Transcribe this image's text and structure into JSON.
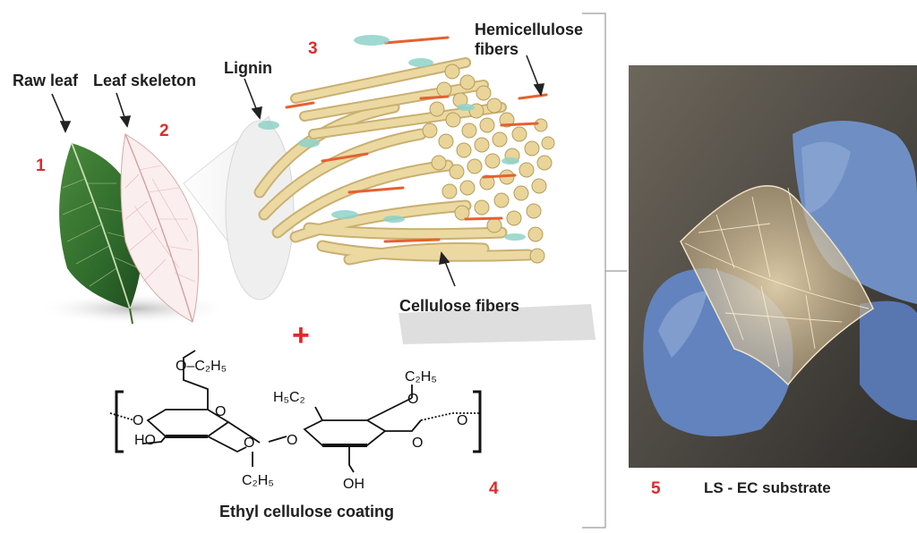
{
  "labels": {
    "raw_leaf": "Raw leaf",
    "leaf_skeleton": "Leaf skeleton",
    "lignin": "Lignin",
    "hemicellulose_line1": "Hemicellulose",
    "hemicellulose_line2": "fibers",
    "cellulose_fibers": "Cellulose fibers",
    "ethyl_cellulose": "Ethyl cellulose coating",
    "ls_ec": "LS - EC substrate",
    "plus": "+"
  },
  "numbers": {
    "n1": "1",
    "n2": "2",
    "n3": "3",
    "n4": "4",
    "n5": "5"
  },
  "chem": {
    "o_c2h5_top": "O–C₂H₅",
    "c2h5_top_right": "C₂H₅",
    "h5c2": "H₅C₂",
    "c2h5_bottom": "C₂H₅",
    "ho": "HO",
    "oh": "OH",
    "o": "O"
  },
  "colors": {
    "accent_red": "#e02a2a",
    "leaf_green": "#2f6b2c",
    "fiber_tan": "#e3cf92",
    "hemicellulose_orange": "#e5612f",
    "lignin_teal": "#8fd3c9",
    "glove_blue": "#6f8fc4"
  }
}
